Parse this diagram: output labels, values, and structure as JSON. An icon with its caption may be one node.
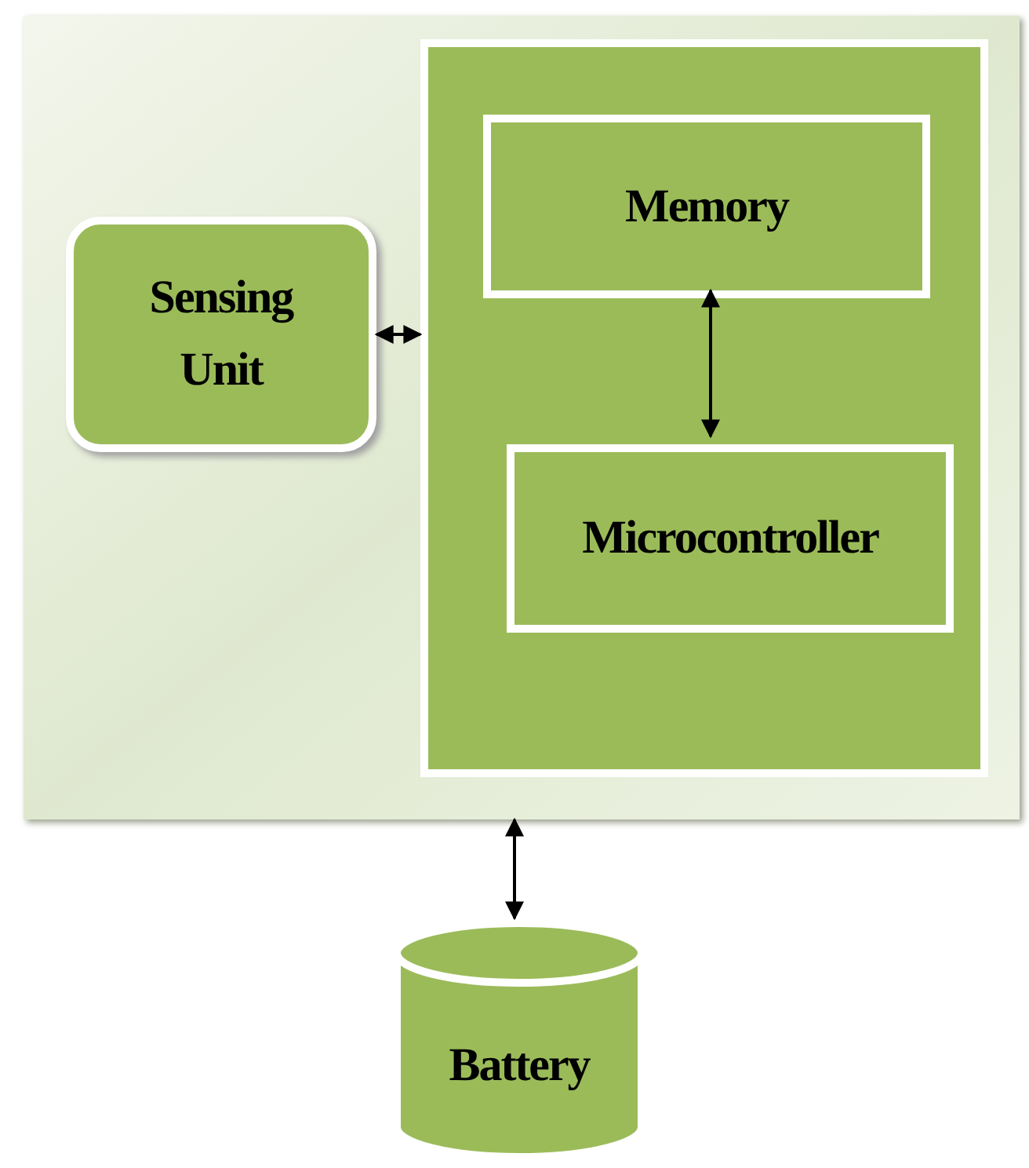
{
  "diagram": {
    "nodes": [
      {
        "text": [],
        "shape": "box"
      },
      {
        "text": [
          "Sensing Unit"
        ],
        "in": 0
      },
      {
        "text": [],
        "shape": "box",
        "in": 0
      },
      {
        "text": [
          "Memory"
        ],
        "in": 2
      },
      {
        "text": [
          "Microcontroller"
        ],
        "in": 2
      },
      {
        "text": [
          "Battery"
        ]
      }
    ],
    "edges": [
      {
        "from": 1,
        "to": 2,
        "arrow": "both"
      },
      {
        "from": 3,
        "to": 4,
        "arrow": "both"
      },
      {
        "from": 0,
        "to": 5,
        "arrow": "both"
      }
    ]
  }
}
